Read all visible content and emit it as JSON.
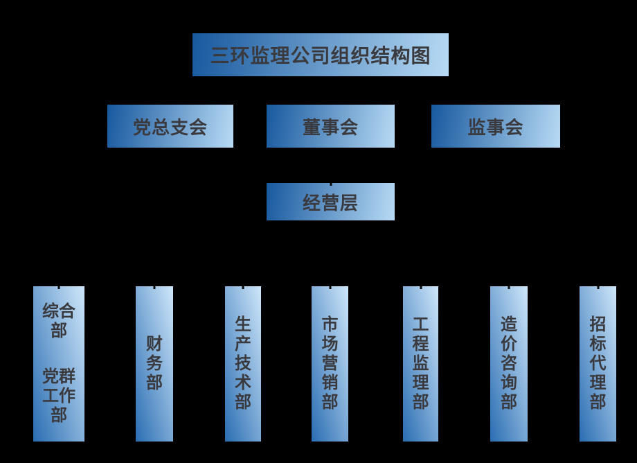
{
  "org_chart": {
    "title": "三环监理公司组织结构图",
    "level2": [
      {
        "label": "党总支会"
      },
      {
        "label": "董事会"
      },
      {
        "label": "监事会"
      }
    ],
    "level3": [
      {
        "label": "经营层"
      }
    ],
    "departments": [
      {
        "label": "综合部",
        "label2": "党群工作部"
      },
      {
        "label": "财务部"
      },
      {
        "label": "生产技术部"
      },
      {
        "label": "市场营销部"
      },
      {
        "label": "工程监理部"
      },
      {
        "label": "造价咨询部"
      },
      {
        "label": "招标代理部"
      }
    ]
  },
  "theme": {
    "background": "#000000",
    "box-grad-dark": "#17589E",
    "box-grad-light": "#B8DBF5",
    "col-grad-dark": "#2A6DB2",
    "col-grad-light": "#CFE7FA",
    "text-color": "#3A3A3E",
    "connector-color": "#0A0A0A"
  }
}
